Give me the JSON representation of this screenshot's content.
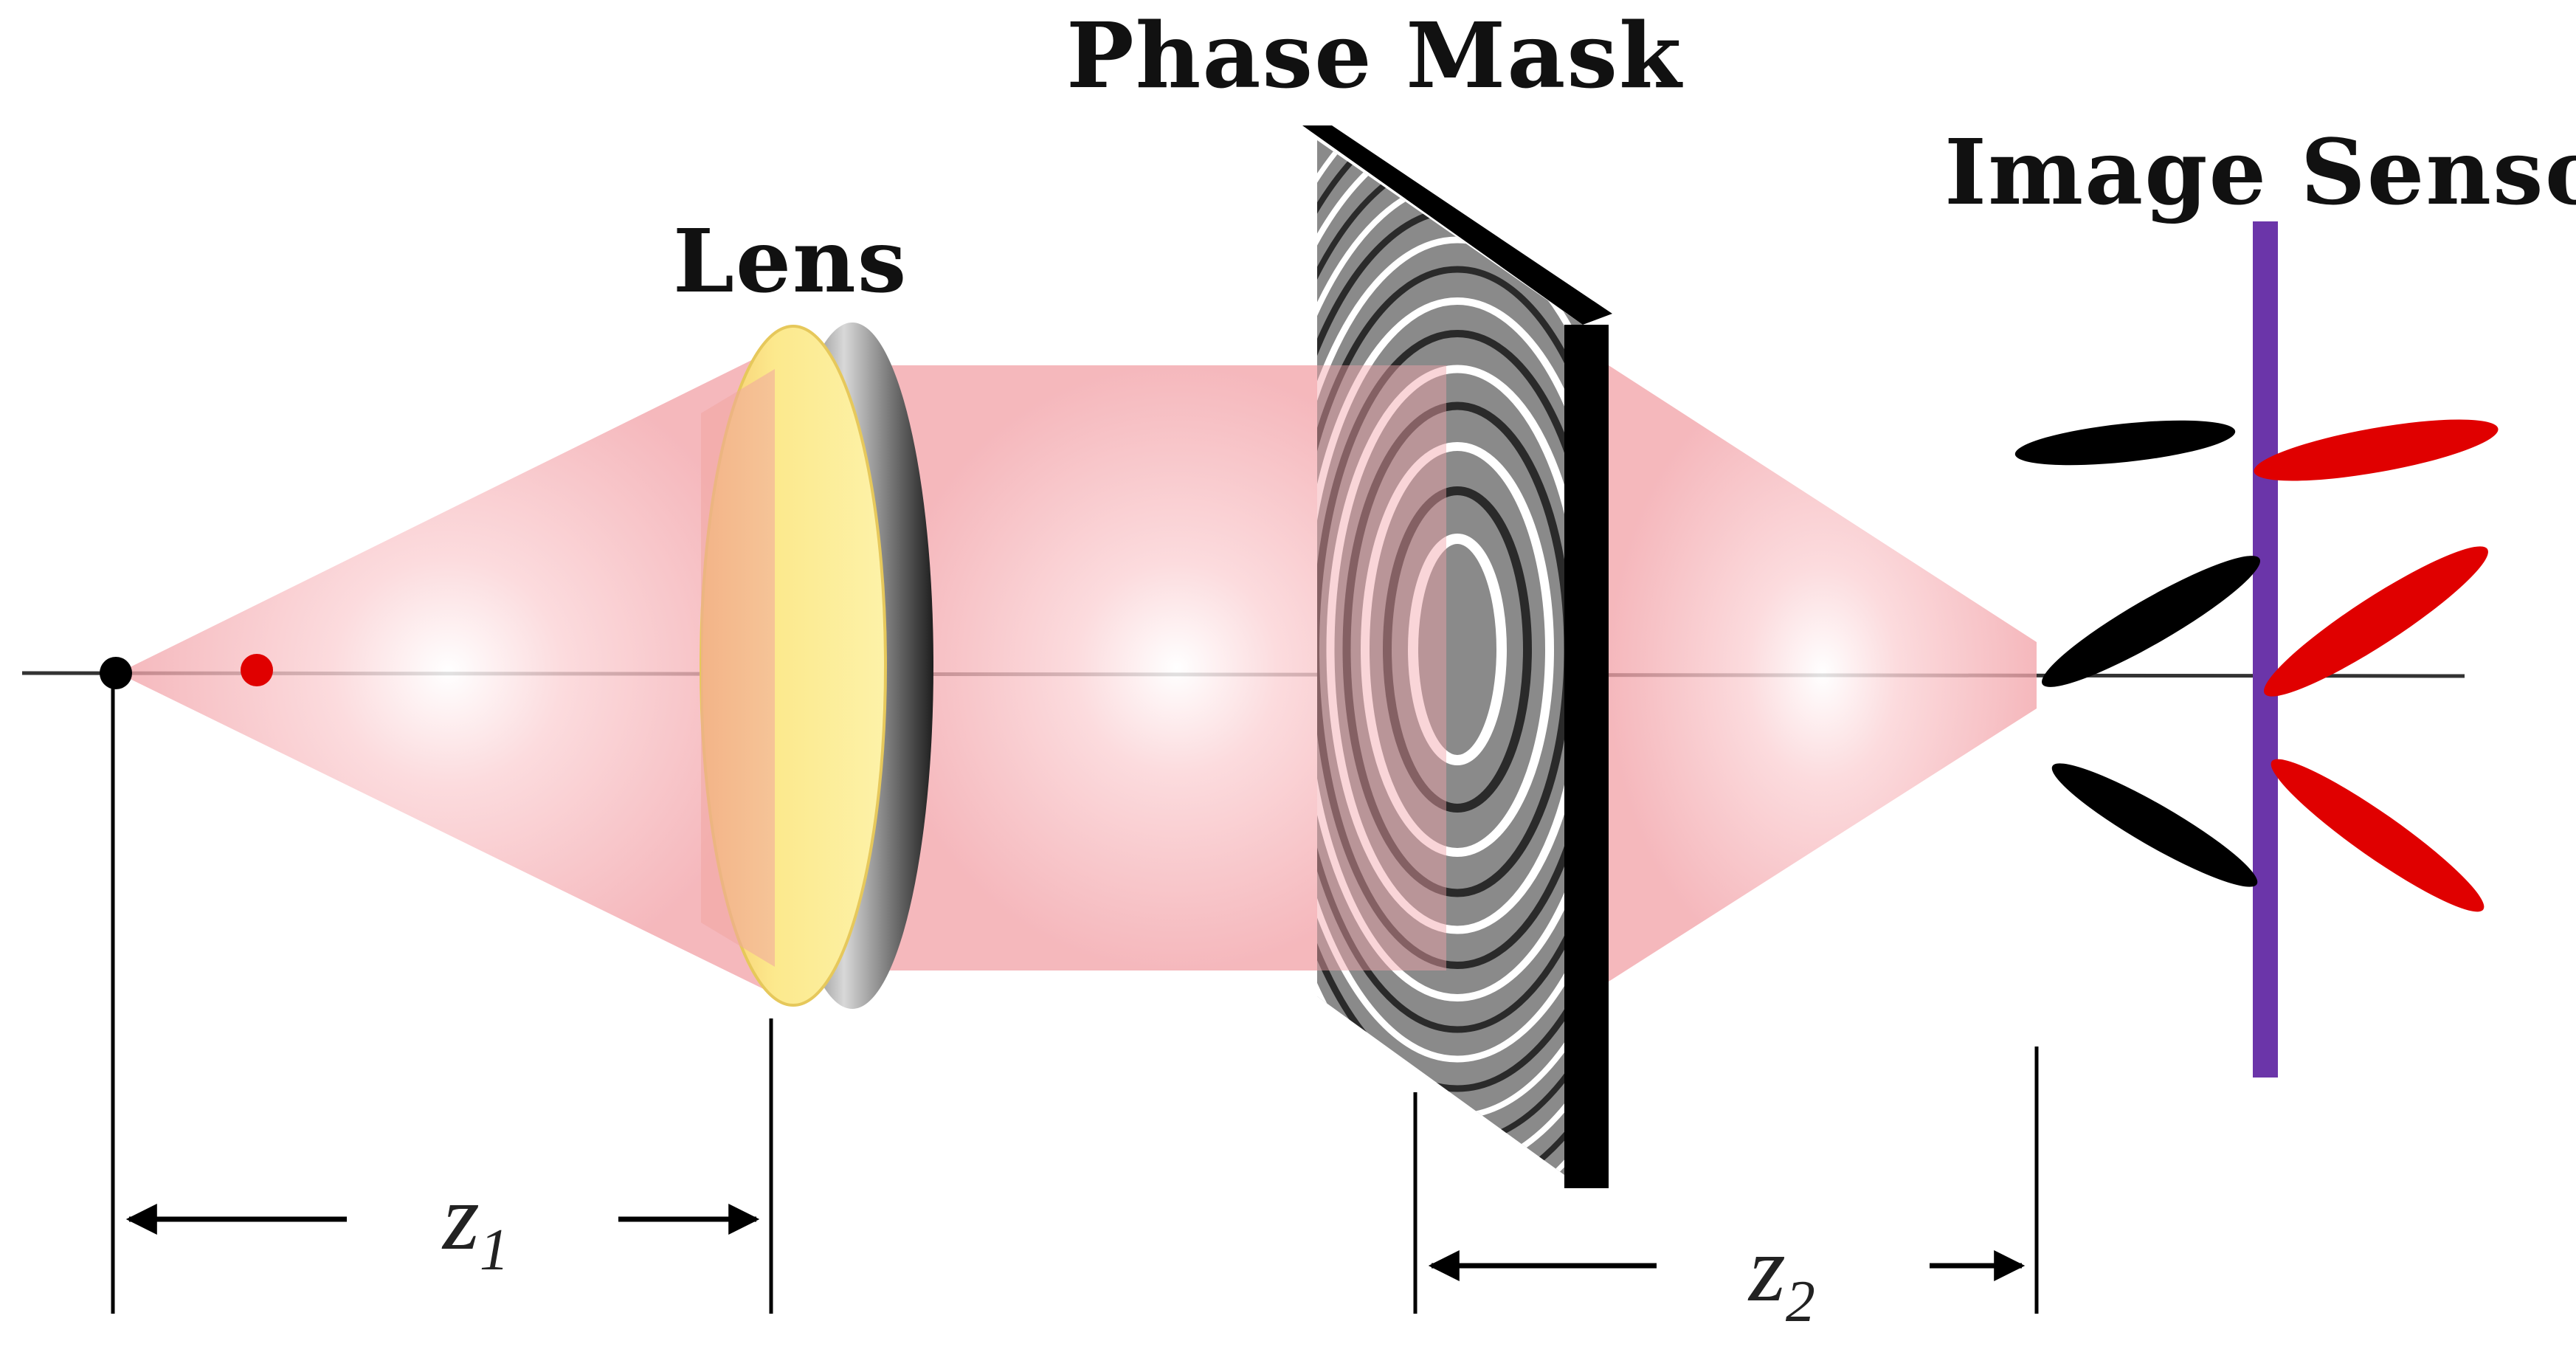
{
  "labels": {
    "lens": "Lens",
    "phase_mask": "Phase Mask",
    "image_sensor": "Image Sensor",
    "z1_symbol": "z",
    "z1_sub": "1",
    "z2_symbol": "z",
    "z2_sub": "2"
  },
  "colors": {
    "beam": "#f3a0a6",
    "lens_face": "#fbe98e",
    "lens_rim": "#6f6f6f",
    "mask_frame": "#000000",
    "sensor": "#6b35a9",
    "point_source_axis": "#000000",
    "point_source_offset": "#e00000",
    "psf_black": "#000000",
    "psf_red": "#e00000",
    "axis_line": "#333333"
  }
}
